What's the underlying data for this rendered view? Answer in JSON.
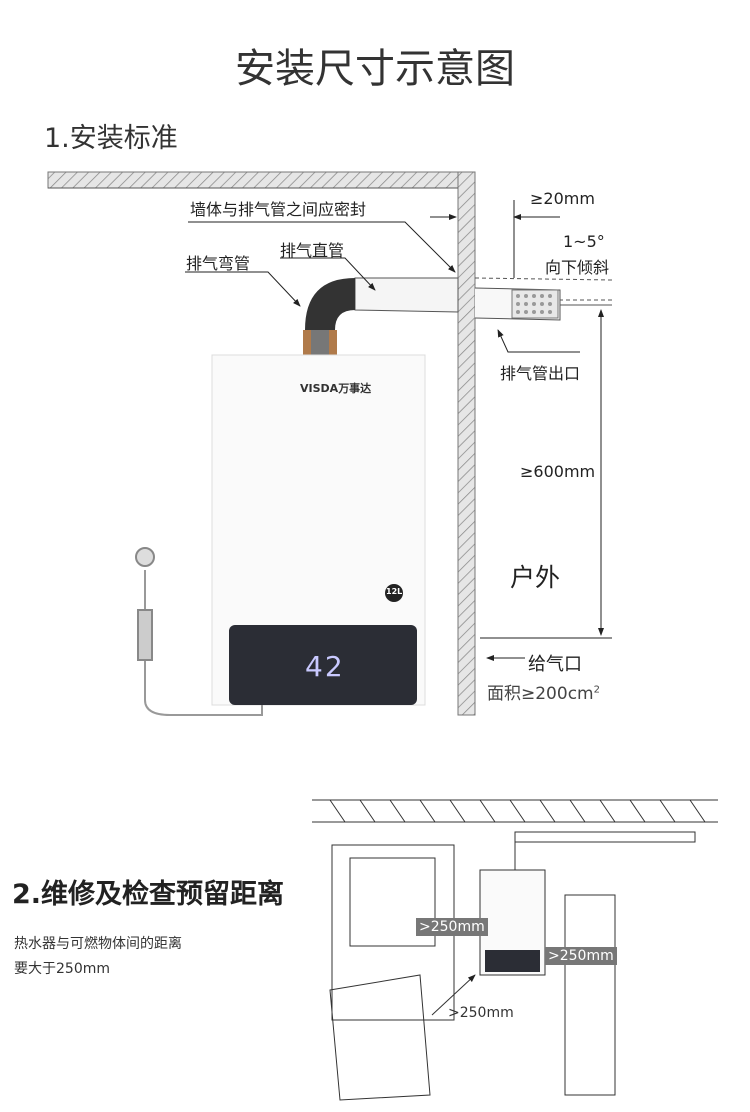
{
  "title": "安装尺寸示意图",
  "section1": {
    "heading": "1.安装标准",
    "labels": {
      "seal": "墙体与排气管之间应密封",
      "gap": "≥20mm",
      "angle": "1~5°",
      "slope": "向下倾斜",
      "straight_pipe": "排气直管",
      "elbow_pipe": "排气弯管",
      "outlet": "排气管出口",
      "height": "≥600mm",
      "outdoor": "户外",
      "air_inlet": "给气口",
      "area": "面积≥200cm",
      "area_sup": "2"
    },
    "heater": {
      "brand": "VISDA",
      "brand_cn": "万事达",
      "capacity": "12L",
      "display": "42"
    }
  },
  "section2": {
    "heading": "2.维修及检查预留距离",
    "desc_line1": "热水器与可燃物体间的距离",
    "desc_line2": "要大于250mm",
    "dist_left": ">250mm",
    "dist_right": ">250mm",
    "dist_front": ">250mm"
  }
}
